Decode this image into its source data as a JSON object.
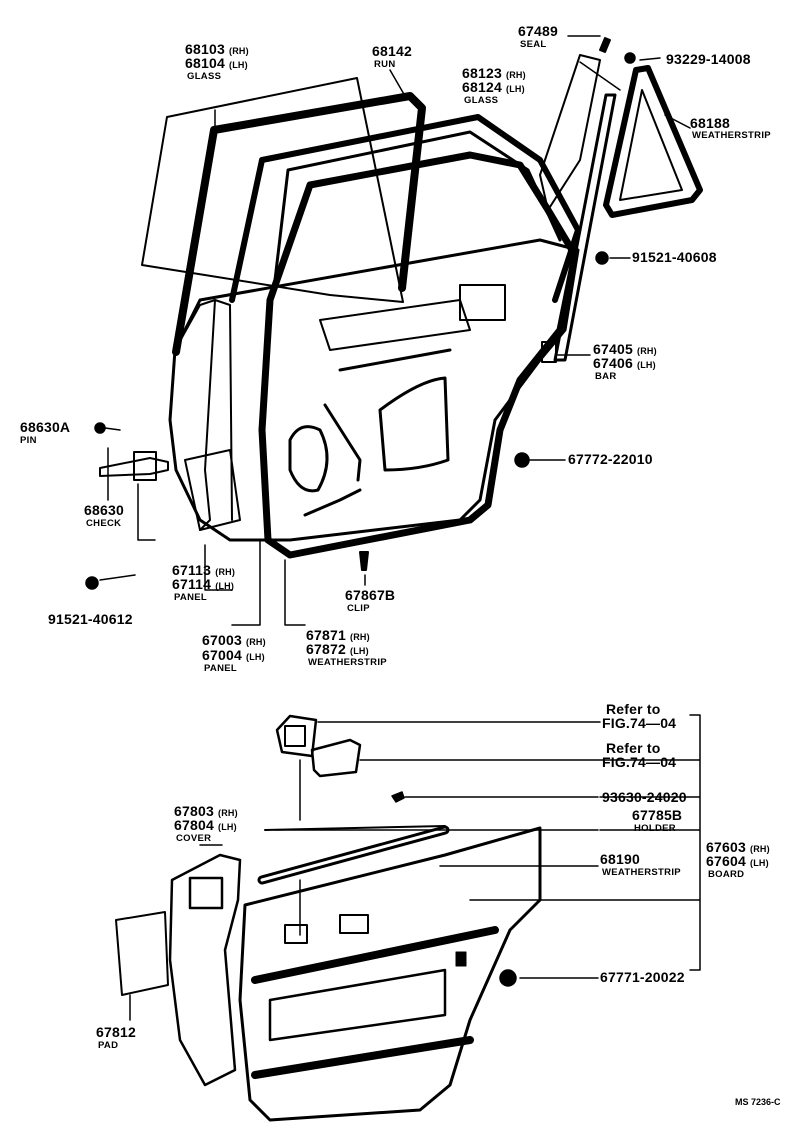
{
  "labels": {
    "glass_rear_rh": "68103",
    "glass_rear_lh": "68104",
    "glass_rear_name": "GLASS",
    "run": "68142",
    "run_name": "RUN",
    "seal": "67489",
    "seal_name": "SEAL",
    "screw_93229": "93229-14008",
    "glass_qtr_rh": "68123",
    "glass_qtr_lh": "68124",
    "glass_qtr_name": "GLASS",
    "weatherstrip_qtr": "68188",
    "weatherstrip_qtr_name": "WEATHERSTRIP",
    "screw_91521_608": "91521-40608",
    "bar_rh": "67405",
    "bar_lh": "67406",
    "bar_name": "BAR",
    "screw_67772": "67772-22010",
    "pin": "68630A",
    "pin_name": "PIN",
    "check": "68630",
    "check_name": "CHECK",
    "screw_91521_612": "91521-40612",
    "panel_inner_rh": "67113",
    "panel_inner_lh": "67114",
    "panel_inner_name": "PANEL",
    "panel_outer_rh": "67003",
    "panel_outer_lh": "67004",
    "panel_outer_name": "PANEL",
    "clip": "67867B",
    "clip_name": "CLIP",
    "weatherstrip_door_rh": "67871",
    "weatherstrip_door_lh": "67872",
    "weatherstrip_door_name": "WEATHERSTRIP",
    "refer1_line1": "Refer to",
    "refer1_line2": "FIG.74—04",
    "refer2_line1": "Refer to",
    "refer2_line2": "FIG.74—04",
    "screw_93630": "93630-24020",
    "cover_rh": "67803",
    "cover_lh": "67804",
    "cover_name": "COVER",
    "holder": "67785B",
    "holder_name": "HOLDER",
    "weatherstrip_belt": "68190",
    "weatherstrip_belt_name": "WEATHERSTRIP",
    "board_rh": "67603",
    "board_lh": "67604",
    "board_name": "BOARD",
    "clip_67771": "67771-20022",
    "pad": "67812",
    "pad_name": "PAD",
    "rh": "(RH)",
    "lh": "(LH)",
    "figure_code": "MS  7236-C"
  }
}
